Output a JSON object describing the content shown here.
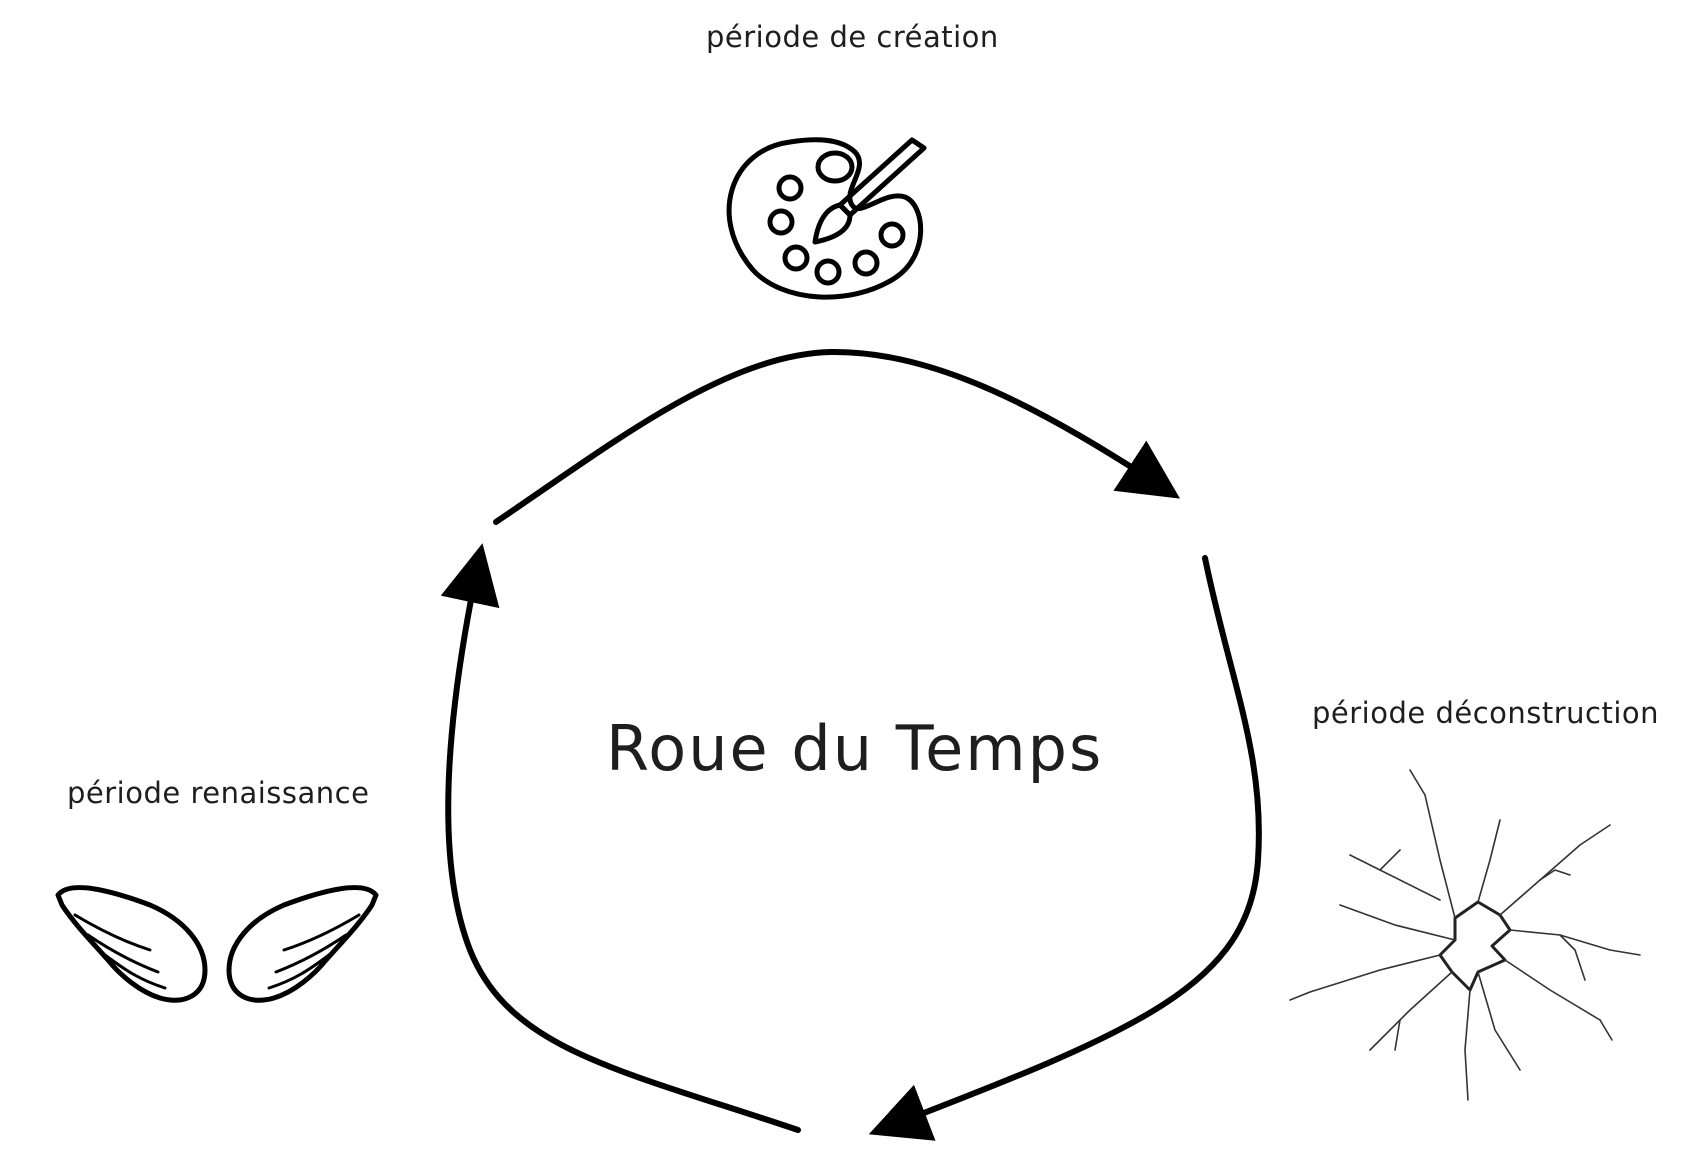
{
  "diagram": {
    "title": "Roue du Temps",
    "stages": [
      {
        "id": "creation",
        "label": "période de création",
        "icon": "palette-brush-icon"
      },
      {
        "id": "deconstruction",
        "label": "période déconstruction",
        "icon": "cracked-glass-icon"
      },
      {
        "id": "renaissance",
        "label": "période renaissance",
        "icon": "angel-wings-icon"
      }
    ],
    "flow": [
      "creation",
      "deconstruction",
      "renaissance",
      "creation"
    ],
    "colors": {
      "stroke": "#000000",
      "text": "#1e1e1e",
      "background": "#ffffff"
    }
  }
}
